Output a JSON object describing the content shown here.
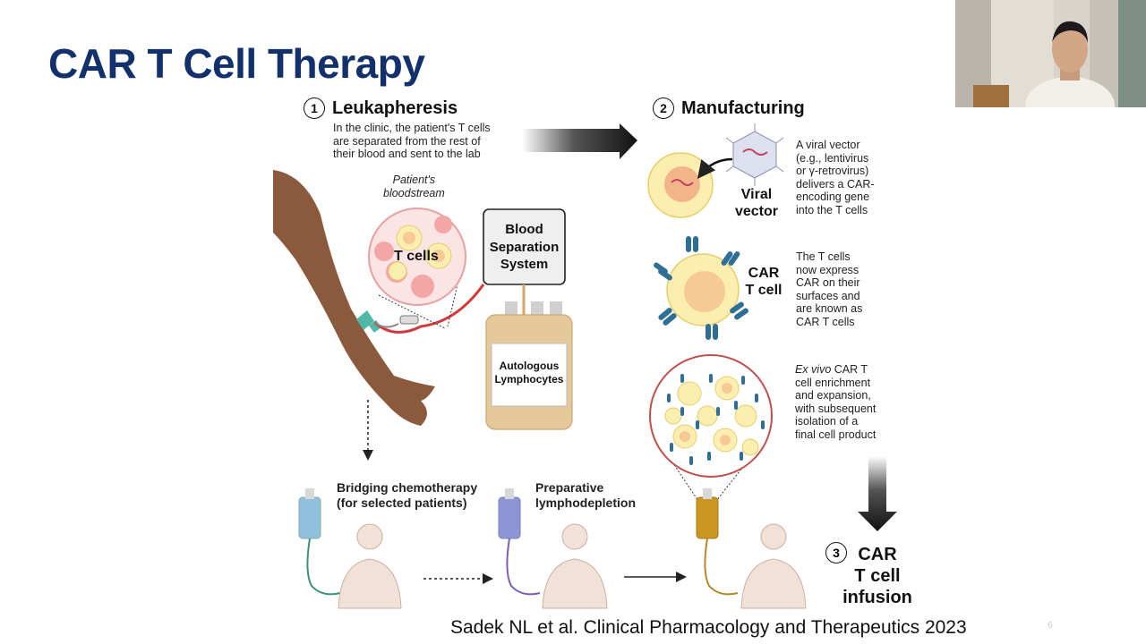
{
  "slide": {
    "title": "CAR T Cell Therapy",
    "page_number": "6"
  },
  "step1": {
    "number": "1",
    "title": "Leukapheresis",
    "description_lines": [
      "In the clinic, the patient's T cells",
      "are separated from the rest of",
      "their blood and sent to the lab"
    ],
    "bloodstream_lines": [
      "Patient's",
      "bloodstream"
    ],
    "tcells_label": "T cells",
    "separation_lines": [
      "Blood",
      "Separation",
      "System"
    ],
    "bag_lines": [
      "Autologous",
      "Lymphocytes"
    ]
  },
  "step2": {
    "number": "2",
    "title": "Manufacturing",
    "viral_label_lines": [
      "Viral",
      "vector"
    ],
    "viral_desc_lines": [
      "A viral vector",
      "(e.g., lentivirus",
      "or γ-retrovirus)",
      "delivers a CAR-",
      "encoding gene",
      "into the T cells"
    ],
    "cart_label_lines": [
      "CAR",
      "T cell"
    ],
    "cart_desc_lines": [
      "The T cells",
      "now express",
      "CAR on their",
      "surfaces and",
      "are known as",
      "CAR T cells"
    ],
    "exvivo_italic": "Ex vivo",
    "exvivo_desc_lines": [
      " CAR T",
      "cell enrichment",
      "and expansion,",
      "with subsequent",
      "isolation of a",
      "final cell product"
    ]
  },
  "bridging": {
    "label_lines": [
      "Bridging chemotherapy",
      "(for selected patients)"
    ]
  },
  "lymphodepletion": {
    "label_lines": [
      "Preparative",
      "lymphodepletion"
    ]
  },
  "step3": {
    "number": "3",
    "label_lines": [
      "CAR",
      "T cell",
      "infusion"
    ]
  },
  "citation": "Sadek NL et al. Clinical Pharmacology and Therapeutics 2023",
  "colors": {
    "title": "#12306b",
    "cell_fill": "#fbeeb0",
    "cell_core": "#f6c995",
    "car_receptor": "#2f6f95",
    "skin": "#8b5a3c",
    "blood": "#d23a3a",
    "bag": "#e5c99a",
    "iv_blue": "#8fc1dd",
    "iv_purple": "#8e95d4",
    "iv_gold": "#c9961f"
  }
}
